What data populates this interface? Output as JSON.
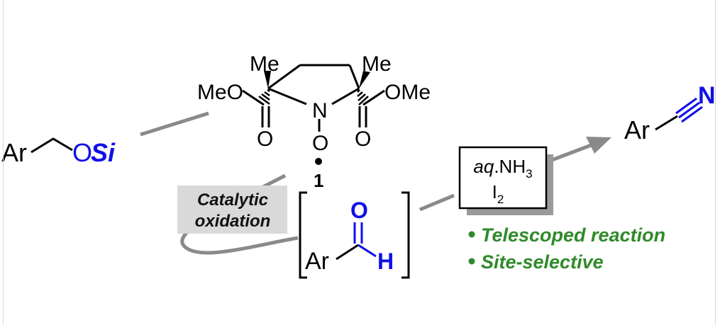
{
  "substrate": {
    "ar": "Ar",
    "o": "O",
    "si": "Si"
  },
  "catalyst": {
    "me_left": "Me",
    "me_right": "Me",
    "meo": "MeO",
    "ome": "OMe",
    "n": "N",
    "o_radical": "O",
    "carbonyl_o_left": "O",
    "carbonyl_o_right": "O",
    "number": "1"
  },
  "step_label": {
    "line1": "Catalytic",
    "line2": "oxidation"
  },
  "intermediate": {
    "ar": "Ar",
    "o": "O",
    "h": "H"
  },
  "reagents": {
    "line1_italic": "aq",
    "line1_rest": ".NH",
    "line1_sub": "3",
    "line2": "I",
    "line2_sub": "2"
  },
  "product": {
    "ar": "Ar",
    "n": "N"
  },
  "features": [
    "Telescoped reaction",
    "Site-selective"
  ],
  "colors": {
    "blue": "#1010e8",
    "green": "#2f8a2a",
    "gray": "#8a8a8a",
    "label_bg": "#d9d9d9"
  }
}
